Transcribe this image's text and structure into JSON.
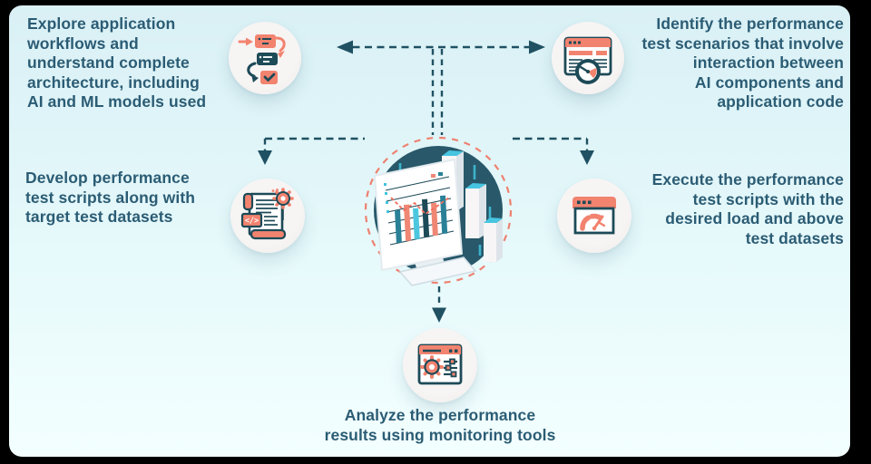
{
  "diagram": {
    "title": "",
    "center": {
      "illustration": "analytics-monitor-with-bar-chart",
      "circle_color": "#28586a",
      "ring_color": "#ee8170"
    },
    "steps": [
      {
        "id": "explore",
        "icon": "workflow-icon",
        "text": "Explore application\nworkflows and\nunderstand complete\narchitecture, including\nAI and ML models used"
      },
      {
        "id": "identify",
        "icon": "dashboard-gauge-icon",
        "text": "Identify the performance\ntest scenarios that involve\ninteraction between\nAI components and\napplication code"
      },
      {
        "id": "develop",
        "icon": "script-gear-icon",
        "text": "Develop performance\ntest scripts along with\ntarget test datasets"
      },
      {
        "id": "execute",
        "icon": "speedometer-window-icon",
        "text": "Execute the performance\ntest scripts with the\ndesired load and above\ntest datasets"
      },
      {
        "id": "analyze",
        "icon": "settings-sliders-icon",
        "text": "Analyze the performance\nresults using monitoring tools"
      }
    ],
    "colors": {
      "background_top": "#d9f0f5",
      "background_bottom": "#f3ffff",
      "frame": "#000000",
      "text": "#2b5c74",
      "connector": "#1f5163",
      "salmon": "#f2836f",
      "dark_teal": "#1d4a57",
      "cyan": "#41c3dd",
      "icon_circle": "#f2efee"
    }
  }
}
